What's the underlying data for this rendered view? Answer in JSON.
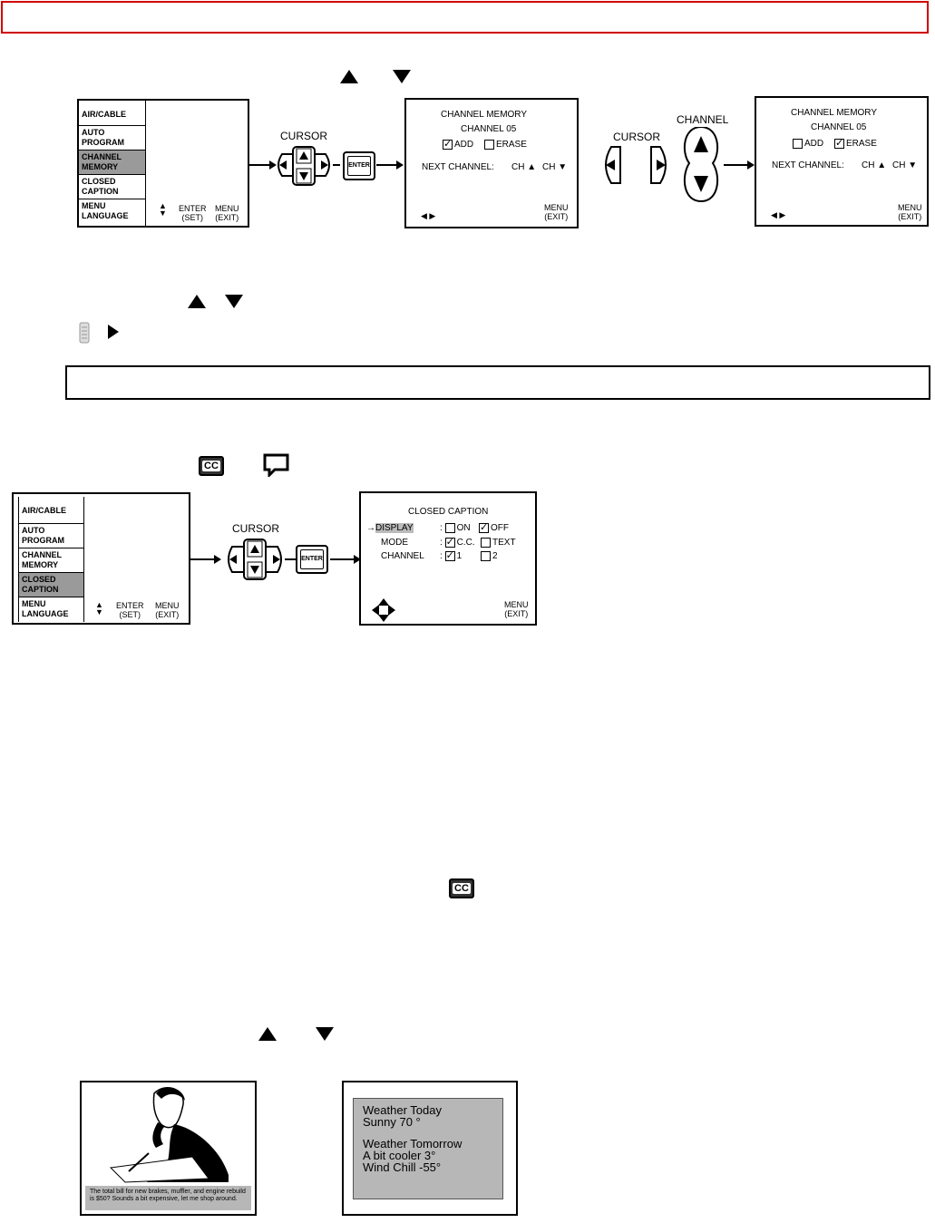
{
  "remote_buttons": {
    "cursor_label": "CURSOR",
    "channel_label": "CHANNEL",
    "enter_label": "ENTER",
    "up_icon": "triangle-up-icon",
    "down_icon": "triangle-down-icon",
    "left_icon": "triangle-left-icon",
    "right_icon": "triangle-right-icon"
  },
  "main_menu": {
    "items": [
      "AIR/CABLE",
      "AUTO PROGRAM",
      "CHANNEL MEMORY",
      "CLOSED CAPTION",
      "MENU LANGUAGE"
    ],
    "enter_label": "ENTER",
    "set_label": "(SET)",
    "menu_label": "MENU",
    "exit_label": "(EXIT)"
  },
  "channel_memory": {
    "title": "CHANNEL MEMORY",
    "channel": "CHANNEL 05",
    "add_label": "ADD",
    "erase_label": "ERASE",
    "next_channel_label": "NEXT CHANNEL:",
    "ch_up_label": "CH",
    "ch_down_label": "CH",
    "menu_label": "MENU",
    "exit_label": "(EXIT)"
  },
  "closed_caption": {
    "title": "CLOSED CAPTION",
    "rows": [
      {
        "label": "DISPLAY",
        "opt1": "ON",
        "opt2": "OFF"
      },
      {
        "label": "MODE",
        "opt1": "C.C.",
        "opt2": "TEXT"
      },
      {
        "label": "CHANNEL",
        "opt1": "1",
        "opt2": "2"
      }
    ],
    "menu_label": "MENU",
    "exit_label": "(EXIT)"
  },
  "cc_icon_text": "CC",
  "caption_example": "The total bill for new brakes, muffler, and engine rebuild is $50? Sounds a bit expensive, let me shop around.",
  "weather_lines": [
    "Weather Today",
    "Sunny 70 °",
    "",
    "Weather Tomorrow",
    "A bit cooler  3°",
    "Wind Chill  -55°"
  ]
}
